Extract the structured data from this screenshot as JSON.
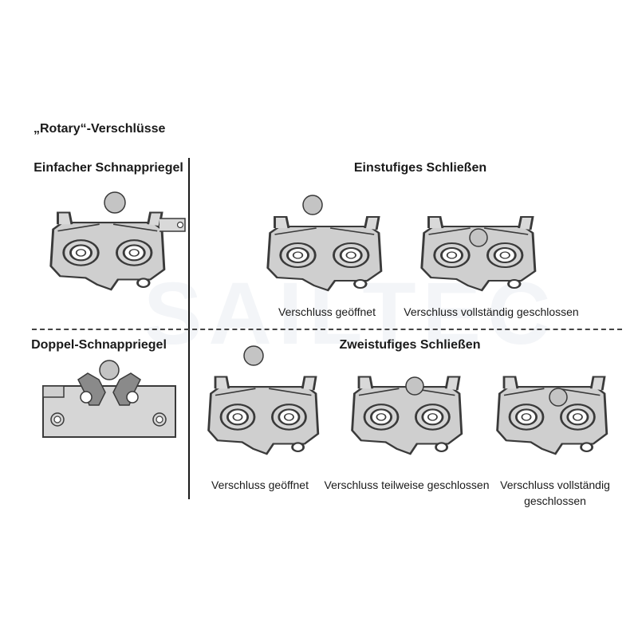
{
  "title": "„Rotary“-Verschlüsse",
  "watermark": "SAILTEC",
  "left_column": {
    "single_heading": "Einfacher Schnappriegel",
    "double_heading": "Doppel-Schnappriegel"
  },
  "single_stage": {
    "heading": "Einstufiges Schließen",
    "caption_open": "Verschluss geöffnet",
    "caption_closed": "Verschluss vollständig geschlossen"
  },
  "two_stage": {
    "heading": "Zweistufiges Schließen",
    "caption_open": "Verschluss geöffnet",
    "caption_partial": "Verschluss teilweise geschlossen",
    "caption_closed_line1": "Verschluss vollständig",
    "caption_closed_line2": "geschlossen"
  },
  "colors": {
    "latch_fill": "#cfcfcf",
    "latch_stroke": "#3a3a3a",
    "striker": "#c4c4c4"
  }
}
